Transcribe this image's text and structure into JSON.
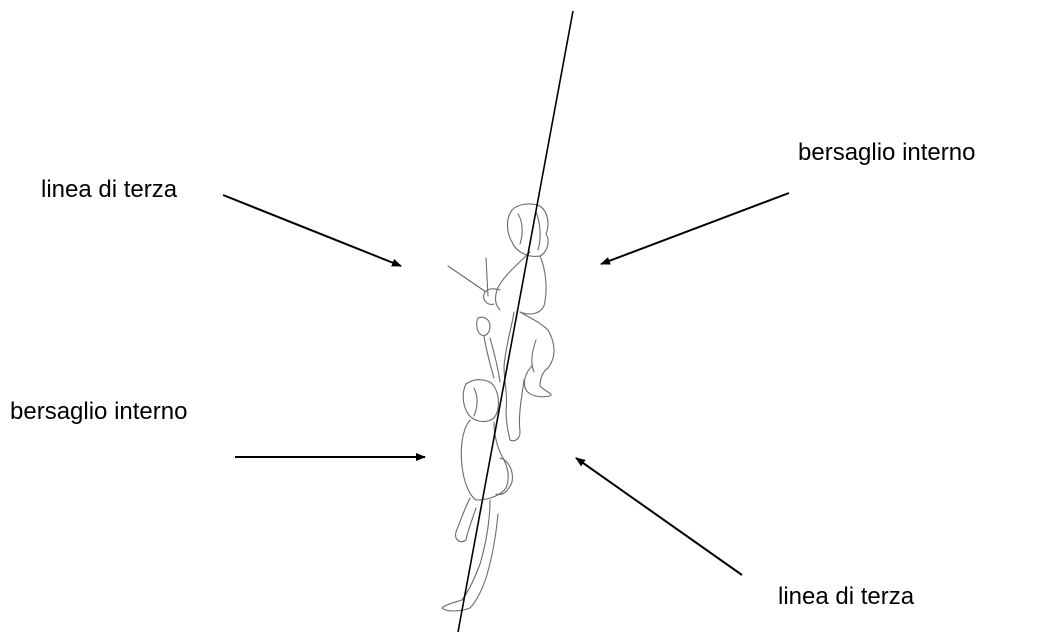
{
  "labels": {
    "top_left": "linea di terza",
    "top_right": "bersaglio interno",
    "middle_left": "bersaglio interno",
    "bottom_right": "linea di terza"
  },
  "colors": {
    "ink": "#000000",
    "sketch": "#6b6b6b",
    "background": "#ffffff"
  }
}
